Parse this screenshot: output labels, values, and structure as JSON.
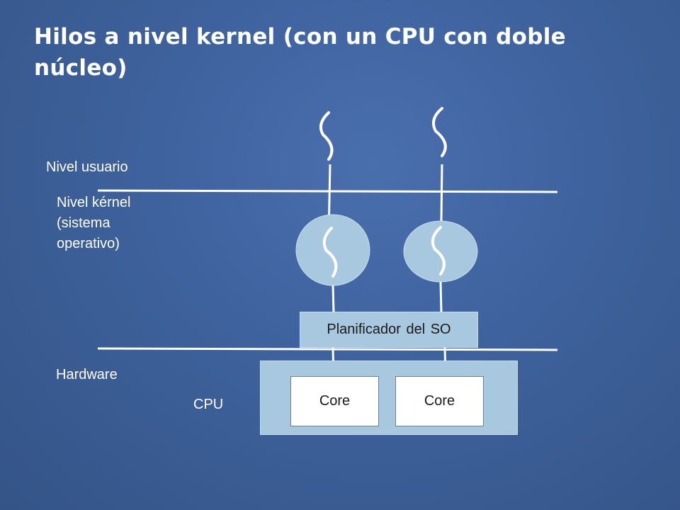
{
  "slide": {
    "title": "Hilos a nivel kernel (con un CPU con doble núcleo)"
  },
  "levels": {
    "user": "Nivel usuario",
    "kernel_lines": [
      "Nivel kérnel",
      "(sistema",
      "operativo)"
    ],
    "hardware": "Hardware"
  },
  "diagram": {
    "scheduler_label": "Planificador del SO",
    "cpu_label": "CPU",
    "cores": [
      "Core",
      "Core"
    ],
    "user_threads": 2,
    "kernel_threads": 2
  },
  "colors": {
    "background": "#4266a3",
    "box_fill": "#a8c8e0",
    "core_fill": "#ffffff",
    "line": "#ffffff"
  },
  "icons": [
    "thread-squiggle-icon"
  ]
}
